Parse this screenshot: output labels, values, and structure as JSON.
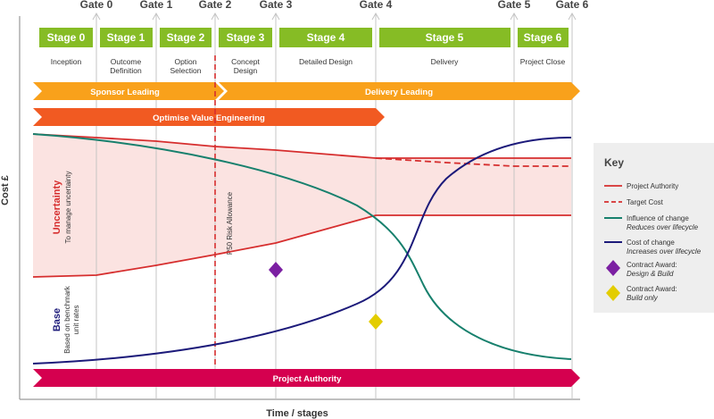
{
  "gates": [
    "Gate 0",
    "Gate 1",
    "Gate 2",
    "Gate 3",
    "Gate 4",
    "Gate 5",
    "Gate 6"
  ],
  "stages": [
    {
      "name": "Stage 0",
      "desc": [
        "Inception"
      ]
    },
    {
      "name": "Stage 1",
      "desc": [
        "Outcome",
        "Definition"
      ]
    },
    {
      "name": "Stage 2",
      "desc": [
        "Option",
        "Selection"
      ]
    },
    {
      "name": "Stage 3",
      "desc": [
        "Concept",
        "Design"
      ]
    },
    {
      "name": "Stage 4",
      "desc": [
        "Detailed Design"
      ]
    },
    {
      "name": "Stage 5",
      "desc": [
        "Delivery"
      ]
    },
    {
      "name": "Stage 6",
      "desc": [
        "Project Close"
      ]
    }
  ],
  "bands": {
    "sponsor": "Sponsor Leading",
    "delivery": "Delivery Leading",
    "optimise": "Optimise Value Engineering",
    "authority": "Project Authority"
  },
  "axes": {
    "y": "Cost £",
    "x": "Time / stages"
  },
  "side": {
    "uncertainty_title": "Uncertainty",
    "uncertainty_sub": "To manage uncertainty",
    "base_title": "Base",
    "base_sub": [
      "Based on benchmark",
      "unit rates"
    ]
  },
  "risk_label": "P50 Risk Allowance",
  "key": {
    "title": "Key",
    "items": [
      {
        "label": "Project Authority",
        "sub": ""
      },
      {
        "label": "Target Cost",
        "sub": ""
      },
      {
        "label": "Influence of change",
        "sub": "Reduces over lifecycle"
      },
      {
        "label": "Cost of change",
        "sub": "Increases over lifecycle"
      },
      {
        "label": "Contract Award:",
        "sub": "Design & Build"
      },
      {
        "label": "Contract Award:",
        "sub": "Build only"
      }
    ]
  },
  "colors": {
    "stage_green": "#86bc25",
    "sponsor_orange": "#f9a11b",
    "optimise_orange": "#f15a22",
    "authority_magenta": "#d5004f",
    "red_line": "#d62e2e",
    "teal_line": "#17806d",
    "navy_line": "#1c1a7a",
    "uncertainty_fill": "#fbe3e1",
    "purple_diamond": "#7b1fa2",
    "yellow_diamond": "#e3cd00",
    "key_bg": "#eeeeee"
  }
}
